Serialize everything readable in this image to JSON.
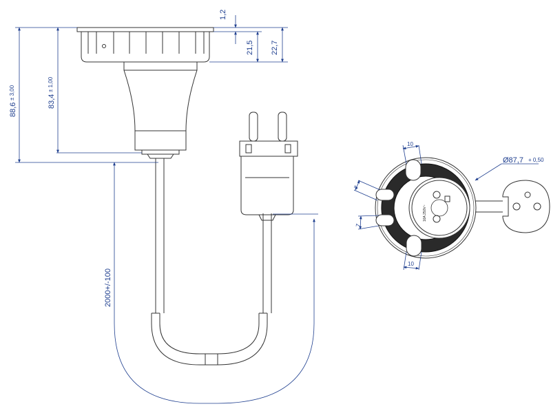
{
  "colors": {
    "dimension": "#1f3f8f",
    "outline": "#333333",
    "background": "#ffffff"
  },
  "dimensions": {
    "top_gap": "1,2",
    "flange": "21,5",
    "rim": "22,7",
    "total_height": "88,6",
    "total_height_tol": "± 3,00",
    "body_height": "83,4",
    "body_height_tol": "± 1,00",
    "cable_length": "2000+/-100",
    "diameter": "Ø87,7",
    "diameter_tol": "+ 0,50",
    "slot_top": "10",
    "slot_left_upper": "7",
    "slot_left_lower": "7",
    "slot_bottom": "10"
  },
  "socket_marks": {
    "rating": "16A 250V~"
  }
}
